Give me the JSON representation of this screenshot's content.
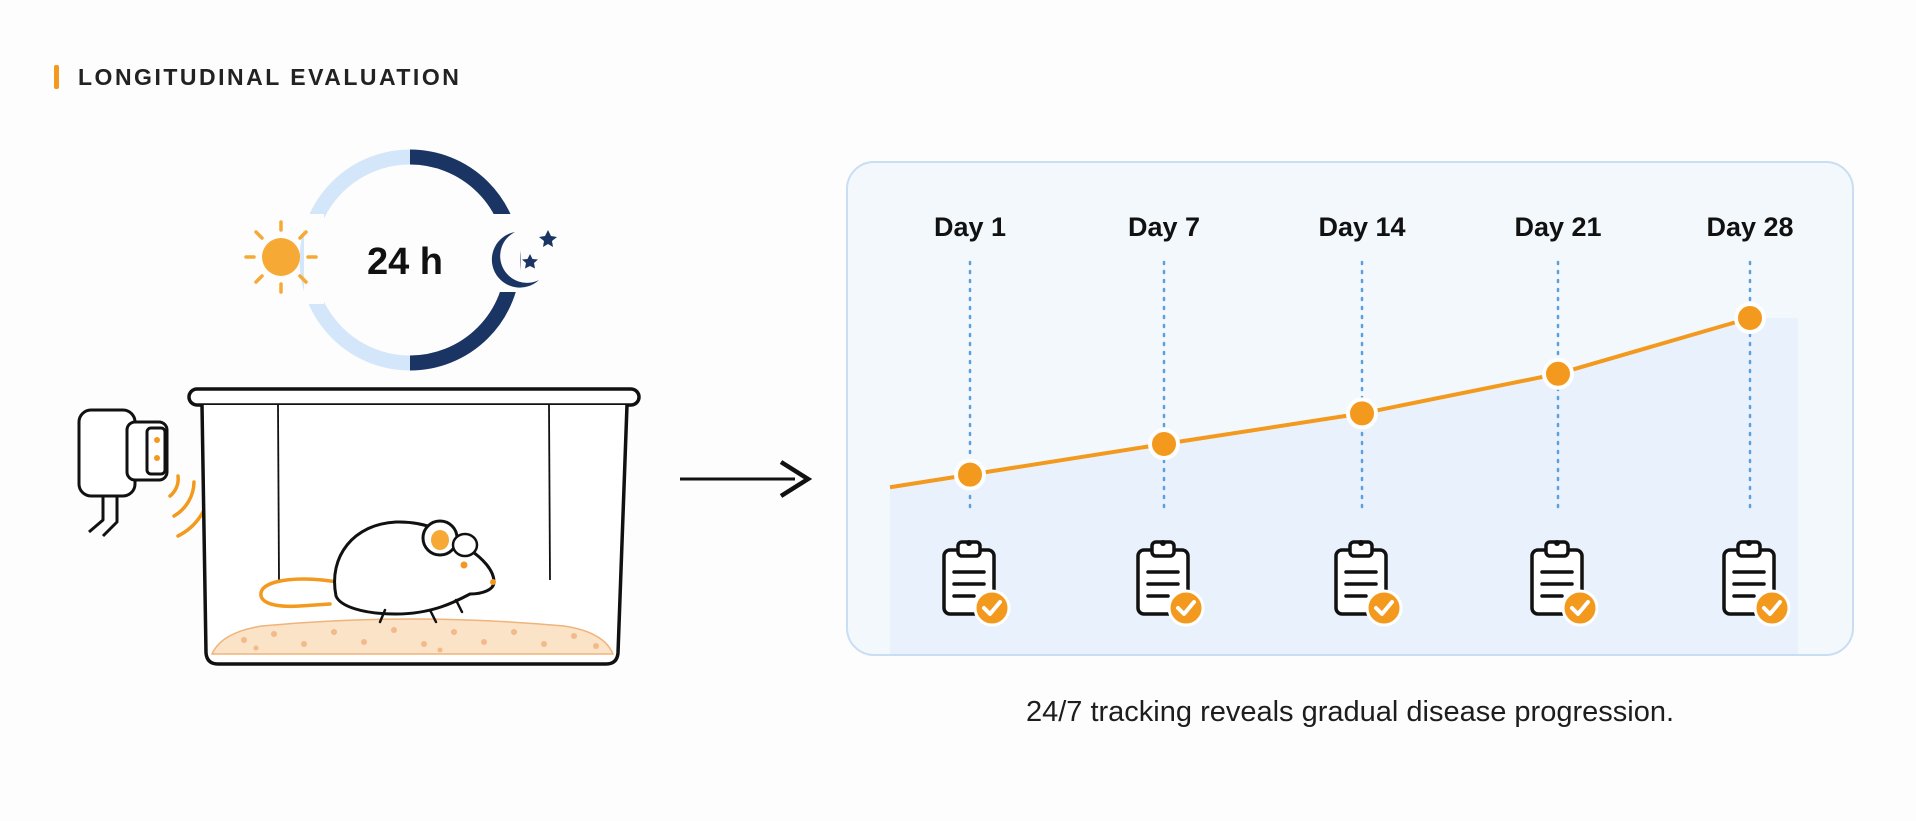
{
  "header": {
    "title": "LONGITUDINAL EVALUATION"
  },
  "cycle": {
    "label": "24 h"
  },
  "timeline": {
    "days": [
      "Day 1",
      "Day 7",
      "Day 14",
      "Day 21",
      "Day 28"
    ]
  },
  "caption": "24/7 tracking reveals gradual disease progression.",
  "colors": {
    "accent": "#f39a1e",
    "navy": "#1a3563",
    "light_blue": "#d4e6f9",
    "panel_border": "#c9ddf3",
    "guide": "#5b9fdc"
  },
  "chart_data": {
    "type": "line",
    "categories": [
      "Day 1",
      "Day 7",
      "Day 14",
      "Day 21",
      "Day 28"
    ],
    "series": [
      {
        "values": [
          13,
          30,
          47,
          69,
          100
        ]
      }
    ],
    "ylim": [
      0,
      100
    ],
    "grid": false
  },
  "icons": [
    "sun-icon",
    "moon-icon",
    "star-icon",
    "sensor-icon",
    "signal-waves-icon",
    "mouse-icon",
    "arrow-icon",
    "clipboard-check-icon"
  ]
}
